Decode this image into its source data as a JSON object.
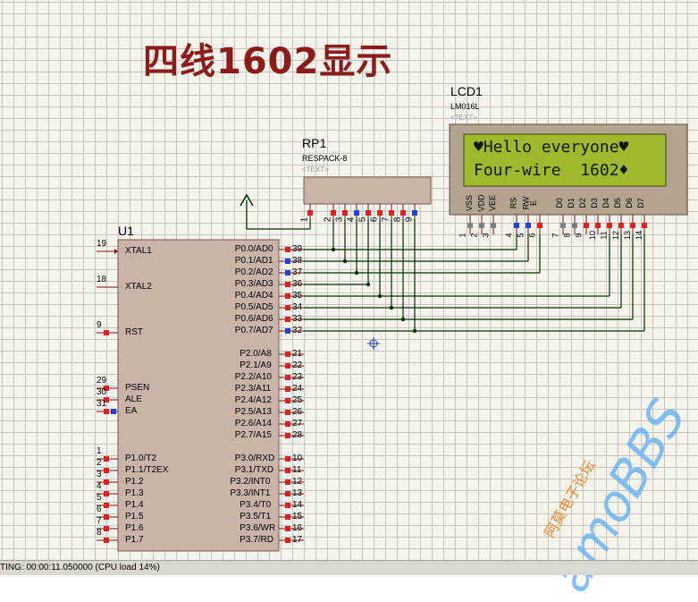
{
  "title": "四线1602显示",
  "u1": {
    "ref": "U1",
    "left_pins": [
      {
        "num": "19",
        "label": "XTAL1"
      },
      {
        "num": "18",
        "label": "XTAL2"
      },
      {
        "num": "9",
        "label": "RST"
      },
      {
        "num": "29",
        "label": "PSEN"
      },
      {
        "num": "30",
        "label": "ALE"
      },
      {
        "num": "31",
        "label": "EA"
      },
      {
        "num": "1",
        "label": "P1.0/T2"
      },
      {
        "num": "2",
        "label": "P1.1/T2EX"
      },
      {
        "num": "3",
        "label": "P1.2"
      },
      {
        "num": "4",
        "label": "P1.3"
      },
      {
        "num": "5",
        "label": "P1.4"
      },
      {
        "num": "6",
        "label": "P1.5"
      },
      {
        "num": "7",
        "label": "P1.6"
      },
      {
        "num": "8",
        "label": "P1.7"
      }
    ],
    "right_pins": [
      {
        "num": "39",
        "label": "P0.0/AD0"
      },
      {
        "num": "38",
        "label": "P0.1/AD1"
      },
      {
        "num": "37",
        "label": "P0.2/AD2"
      },
      {
        "num": "36",
        "label": "P0.3/AD3"
      },
      {
        "num": "35",
        "label": "P0.4/AD4"
      },
      {
        "num": "34",
        "label": "P0.5/AD5"
      },
      {
        "num": "33",
        "label": "P0.6/AD6"
      },
      {
        "num": "32",
        "label": "P0.7/AD7"
      },
      {
        "num": "21",
        "label": "P2.0/A8"
      },
      {
        "num": "22",
        "label": "P2.1/A9"
      },
      {
        "num": "23",
        "label": "P2.2/A10"
      },
      {
        "num": "24",
        "label": "P2.3/A11"
      },
      {
        "num": "25",
        "label": "P2.4/A12"
      },
      {
        "num": "26",
        "label": "P2.5/A13"
      },
      {
        "num": "27",
        "label": "P2.6/A14"
      },
      {
        "num": "28",
        "label": "P2.7/A15"
      },
      {
        "num": "10",
        "label": "P3.0/RXD"
      },
      {
        "num": "11",
        "label": "P3.1/TXD"
      },
      {
        "num": "12",
        "label": "P3.2/INT0"
      },
      {
        "num": "13",
        "label": "P3.3/INT1"
      },
      {
        "num": "14",
        "label": "P3.4/T0"
      },
      {
        "num": "15",
        "label": "P3.5/T1"
      },
      {
        "num": "16",
        "label": "P3.6/WR"
      },
      {
        "num": "17",
        "label": "P3.7/RD"
      }
    ]
  },
  "rp1": {
    "ref": "RP1",
    "part": "RESPACK-8",
    "text": "<TEXT>",
    "pins": [
      "1",
      "2",
      "3",
      "4",
      "5",
      "6",
      "7",
      "8",
      "9"
    ]
  },
  "lcd1": {
    "ref": "LCD1",
    "part": "LM016L",
    "text": "<TEXT>",
    "line1": "♥Hello everyone♥",
    "line2": "Four-wire  1602♦",
    "pin_labels": [
      "VSS",
      "VDD",
      "VEE",
      "RS",
      "RW",
      "E",
      "D0",
      "D1",
      "D2",
      "D3",
      "D4",
      "D5",
      "D6",
      "D7"
    ],
    "pin_nums": [
      "1",
      "2",
      "3",
      "4",
      "5",
      "6",
      "7",
      "8",
      "9",
      "10",
      "11",
      "12",
      "13",
      "14"
    ]
  },
  "status": "TING: 00:00:11.050000 (CPU load 14%)",
  "watermark": {
    "brand": "amoBBS",
    "cn": "阿莫电子论坛"
  },
  "colors": {
    "grid_bg": "#f4f4ec",
    "chip": "#c8b4a8",
    "wire": "#003000",
    "pin_red": "#e02020",
    "pin_blue": "#2040e0",
    "lcd_screen": "#a0b82c",
    "title": "#8c1c1c"
  }
}
